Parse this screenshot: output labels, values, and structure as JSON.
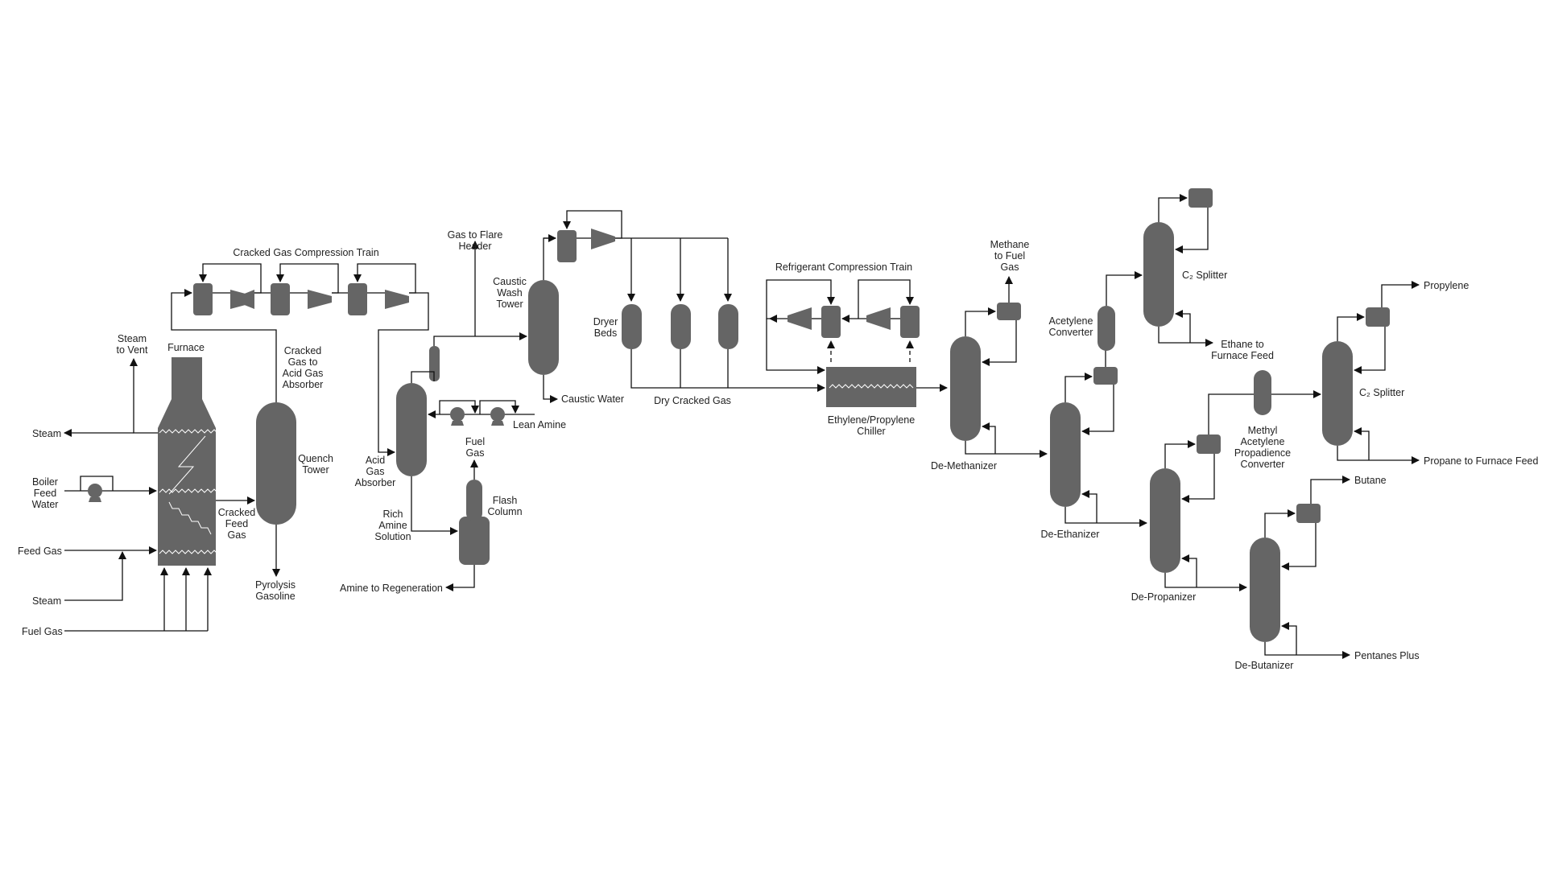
{
  "labels": {
    "steam_to_vent": [
      "Steam",
      "to Vent"
    ],
    "furnace": "Furnace",
    "steam_top": "Steam",
    "boiler_feed_water": [
      "Boiler",
      "Feed",
      "Water"
    ],
    "feed_gas": "Feed Gas",
    "steam_bottom": "Steam",
    "fuel_gas_left": "Fuel Gas",
    "cracked_gas_train": "Cracked Gas Compression Train",
    "cracked_gas_to_absorber": [
      "Cracked",
      "Gas to",
      "Acid Gas",
      "Absorber"
    ],
    "cracked_feed_gas": [
      "Cracked",
      "Feed",
      "Gas"
    ],
    "quench_tower": [
      "Quench",
      "Tower"
    ],
    "pyrolysis_gasoline": [
      "Pyrolysis",
      "Gasoline"
    ],
    "gas_to_flare": [
      "Gas to Flare",
      "Header"
    ],
    "caustic_wash_tower": [
      "Caustic",
      "Wash",
      "Tower"
    ],
    "caustic_water": "Caustic Water",
    "lean_amine": "Lean Amine",
    "acid_gas_absorber": [
      "Acid",
      "Gas",
      "Absorber"
    ],
    "fuel_gas_flash": [
      "Fuel",
      "Gas"
    ],
    "flash_column": [
      "Flash",
      "Column"
    ],
    "rich_amine": [
      "Rich",
      "Amine",
      "Solution"
    ],
    "amine_regeneration": "Amine to Regeneration",
    "dryer_beds": [
      "Dryer",
      "Beds"
    ],
    "dry_cracked_gas": "Dry Cracked Gas",
    "refrigerant_train": "Refrigerant Compression Train",
    "chiller": [
      "Ethylene/Propylene",
      "Chiller"
    ],
    "methane_to_fuel": [
      "Methane",
      "to Fuel",
      "Gas"
    ],
    "de_methanizer": "De-Methanizer",
    "acetylene_converter": [
      "Acetylene",
      "Converter"
    ],
    "c2_splitter": "C₂ Splitter",
    "ethane_to_furnace": [
      "Ethane to",
      "Furnace Feed"
    ],
    "de_ethanizer": "De-Ethanizer",
    "mapd_converter": [
      "Methyl",
      "Acetylene",
      "Propadience",
      "Converter"
    ],
    "c3_splitter": "C₂ Splitter",
    "propylene": "Propylene",
    "propane_to_furnace": "Propane to Furnace Feed",
    "de_propanizer": "De-Propanizer",
    "butane": "Butane",
    "de_butanizer": "De-Butanizer",
    "pentanes_plus": "Pentanes Plus"
  }
}
